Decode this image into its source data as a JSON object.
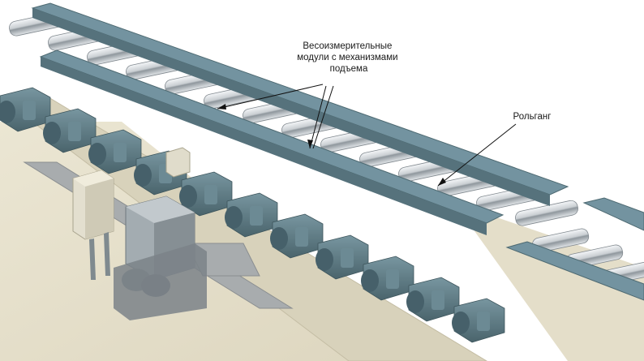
{
  "labels": {
    "weighing_modules": {
      "line1": "Весоизмерительные",
      "line2": "модули с механизмами",
      "line3": "подъема"
    },
    "roller_table": "Рольганг"
  },
  "colors": {
    "background": "#ffffff",
    "floor": "#e6e0cc",
    "beam": "#6f8f96",
    "beam_dark": "#4e6a72",
    "motor": "#5f7e86",
    "motor_dark": "#3f5a62",
    "roller": "#c8ccd0",
    "cabinet": "#ddd9c8",
    "hydraulic_unit": "#9aa3a8"
  }
}
